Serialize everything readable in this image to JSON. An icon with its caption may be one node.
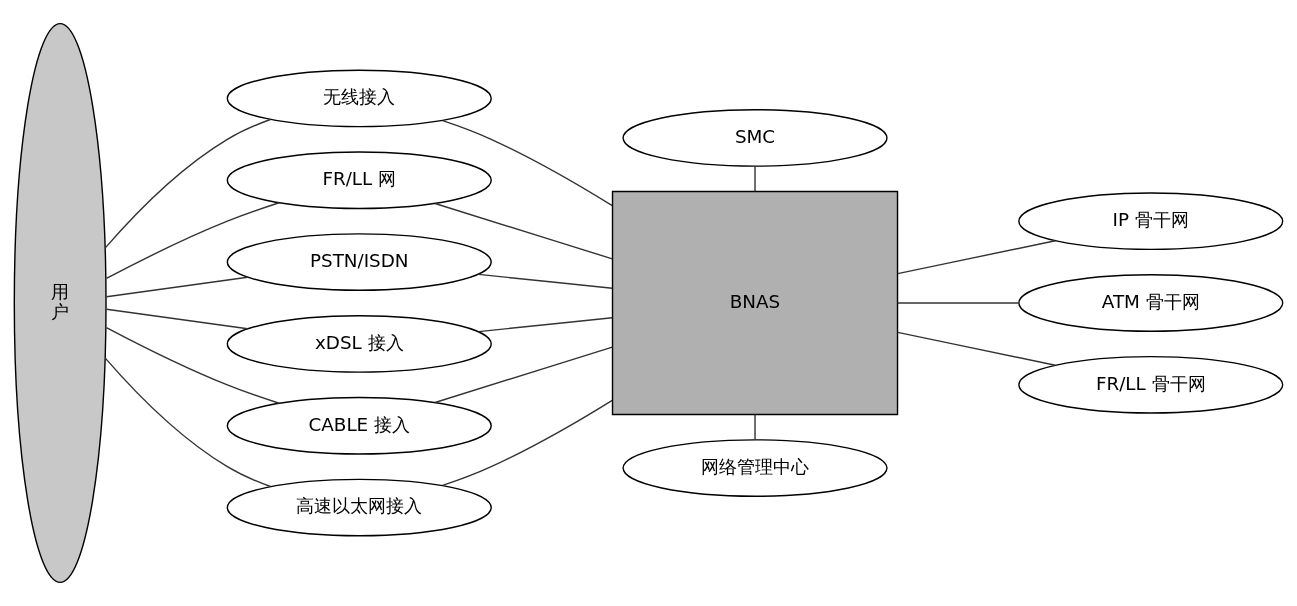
{
  "diagram": {
    "nodes": [
      {
        "text": [
          "用户"
        ]
      },
      {
        "text": [
          "无线接入"
        ]
      },
      {
        "text": [
          "FR/LL 网"
        ]
      },
      {
        "text": [
          "PSTN/ISDN"
        ]
      },
      {
        "text": [
          "xDSL 接入"
        ]
      },
      {
        "text": [
          "CABLE 接入"
        ]
      },
      {
        "text": [
          "高速以太网接入"
        ]
      },
      {
        "text": [
          "SMC"
        ]
      },
      {
        "text": [
          "BNAS"
        ]
      },
      {
        "text": [
          "IP 骨干网"
        ]
      },
      {
        "text": [
          "ATM 骨干网"
        ]
      },
      {
        "text": [
          "FR/LL 骨干网"
        ]
      },
      {
        "text": [
          "网络管理中心"
        ]
      }
    ],
    "edges": [
      {
        "from": 0,
        "to": 1,
        "arrow": "none"
      },
      {
        "from": 0,
        "to": 2,
        "arrow": "none"
      },
      {
        "from": 0,
        "to": 3,
        "arrow": "none"
      },
      {
        "from": 0,
        "to": 4,
        "arrow": "none"
      },
      {
        "from": 0,
        "to": 5,
        "arrow": "none"
      },
      {
        "from": 0,
        "to": 6,
        "arrow": "none"
      },
      {
        "from": 1,
        "to": 8,
        "arrow": "none"
      },
      {
        "from": 2,
        "to": 8,
        "arrow": "none"
      },
      {
        "from": 3,
        "to": 8,
        "arrow": "none"
      },
      {
        "from": 4,
        "to": 8,
        "arrow": "none"
      },
      {
        "from": 5,
        "to": 8,
        "arrow": "none"
      },
      {
        "from": 6,
        "to": 8,
        "arrow": "none"
      },
      {
        "from": 7,
        "to": 8,
        "arrow": "none"
      },
      {
        "from": 8,
        "to": 9,
        "arrow": "none"
      },
      {
        "from": 8,
        "to": 10,
        "arrow": "none"
      },
      {
        "from": 8,
        "to": 11,
        "arrow": "none"
      },
      {
        "from": 8,
        "to": 12,
        "arrow": "none"
      }
    ]
  }
}
